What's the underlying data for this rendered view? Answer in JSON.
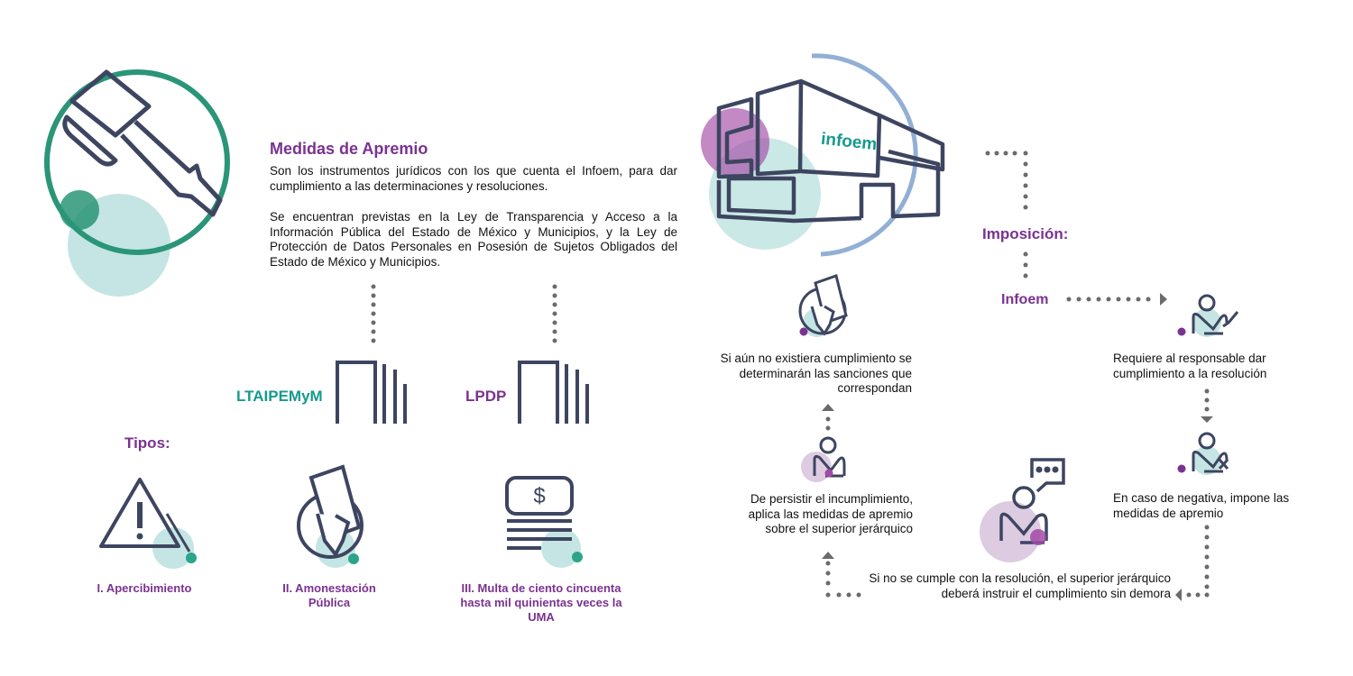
{
  "colors": {
    "purple": "#7a3290",
    "teal": "#169a8d",
    "green_ring": "#2a9577",
    "navy": "#3d4560",
    "light_teal": "#c4e5e3",
    "blue_ring": "#92afd5",
    "light_purple": "#dccbe1",
    "dots": "#6b6b6b"
  },
  "intro": {
    "title": "Medidas de Apremio",
    "p1": "Son los instrumentos jurídicos con los que cuenta el Infoem, para dar cumplimiento a las determinaciones y resoluciones.",
    "p2": "Se encuentran previstas en la Ley de Transparencia y Acceso a la Información Pública del Estado de México y Municipios, y la Ley de Protección de Datos Personales en Posesión de Sujetos Obligados del Estado de México y Municipios."
  },
  "laws": [
    {
      "label": "LTAIPEMyM"
    },
    {
      "label": "LPDP"
    }
  ],
  "tipos": {
    "title": "Tipos:",
    "items": [
      {
        "label": "I. Apercibimiento",
        "icon": "warning-icon"
      },
      {
        "label": "II. Amonestación Pública",
        "icon": "card-hand-icon"
      },
      {
        "label": "III. Multa de ciento cincuenta hasta mil quinientas veces la UMA",
        "icon": "money-stack-icon"
      }
    ]
  },
  "building": {
    "logo_text": "infoem"
  },
  "process": {
    "imposicion": "Imposición:",
    "infoem": "Infoem",
    "step1": "Requiere al responsable dar cumplimiento a la resolución",
    "step2": "En caso de negativa, impone las medidas de apremio",
    "step3": "Si no se cumple con la resolución, el superior jerárquico deberá instruir el cumplimiento sin demora",
    "step4": "De persistir el incumplimiento, aplica las medidas de apremio sobre el superior jerárquico",
    "step5": "Si aún no existiera cumplimiento se determinarán las sanciones que correspondan"
  }
}
